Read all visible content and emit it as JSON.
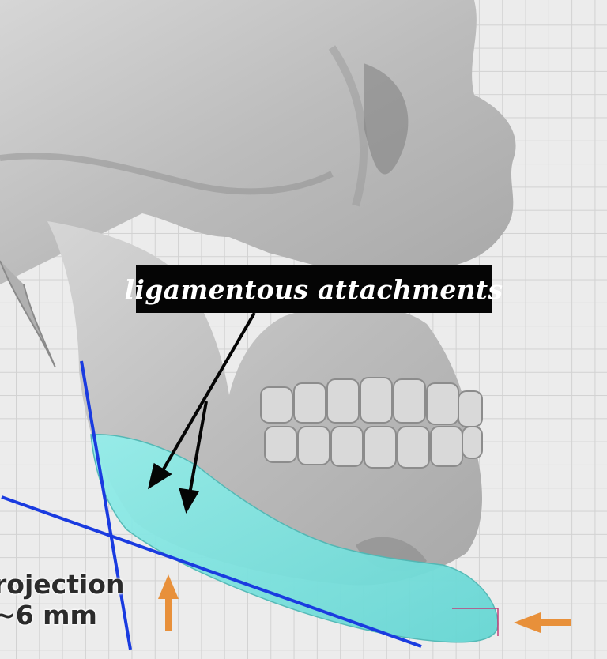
{
  "image": {
    "description": "3D skull model (lateral oblique view) on a grid background with cyan mandibular implant overlay",
    "colors": {
      "background": "#ececec",
      "grid": "#d2d2d2",
      "bone": "#bdbdbd",
      "implant": "#7fe3e0",
      "guide_lines": "#1a3be0",
      "pointer_arrows": "#050505",
      "direction_arrows": "#e8903a",
      "measure_marker": "#c0407a"
    }
  },
  "annotations": {
    "callout_label": "ligamentous attachments",
    "projection_line1": "rojection",
    "projection_line2": "~6  mm"
  },
  "arrows": {
    "pointer_count": 2,
    "orange_up": "up-arrow",
    "orange_left": "left-arrow"
  }
}
